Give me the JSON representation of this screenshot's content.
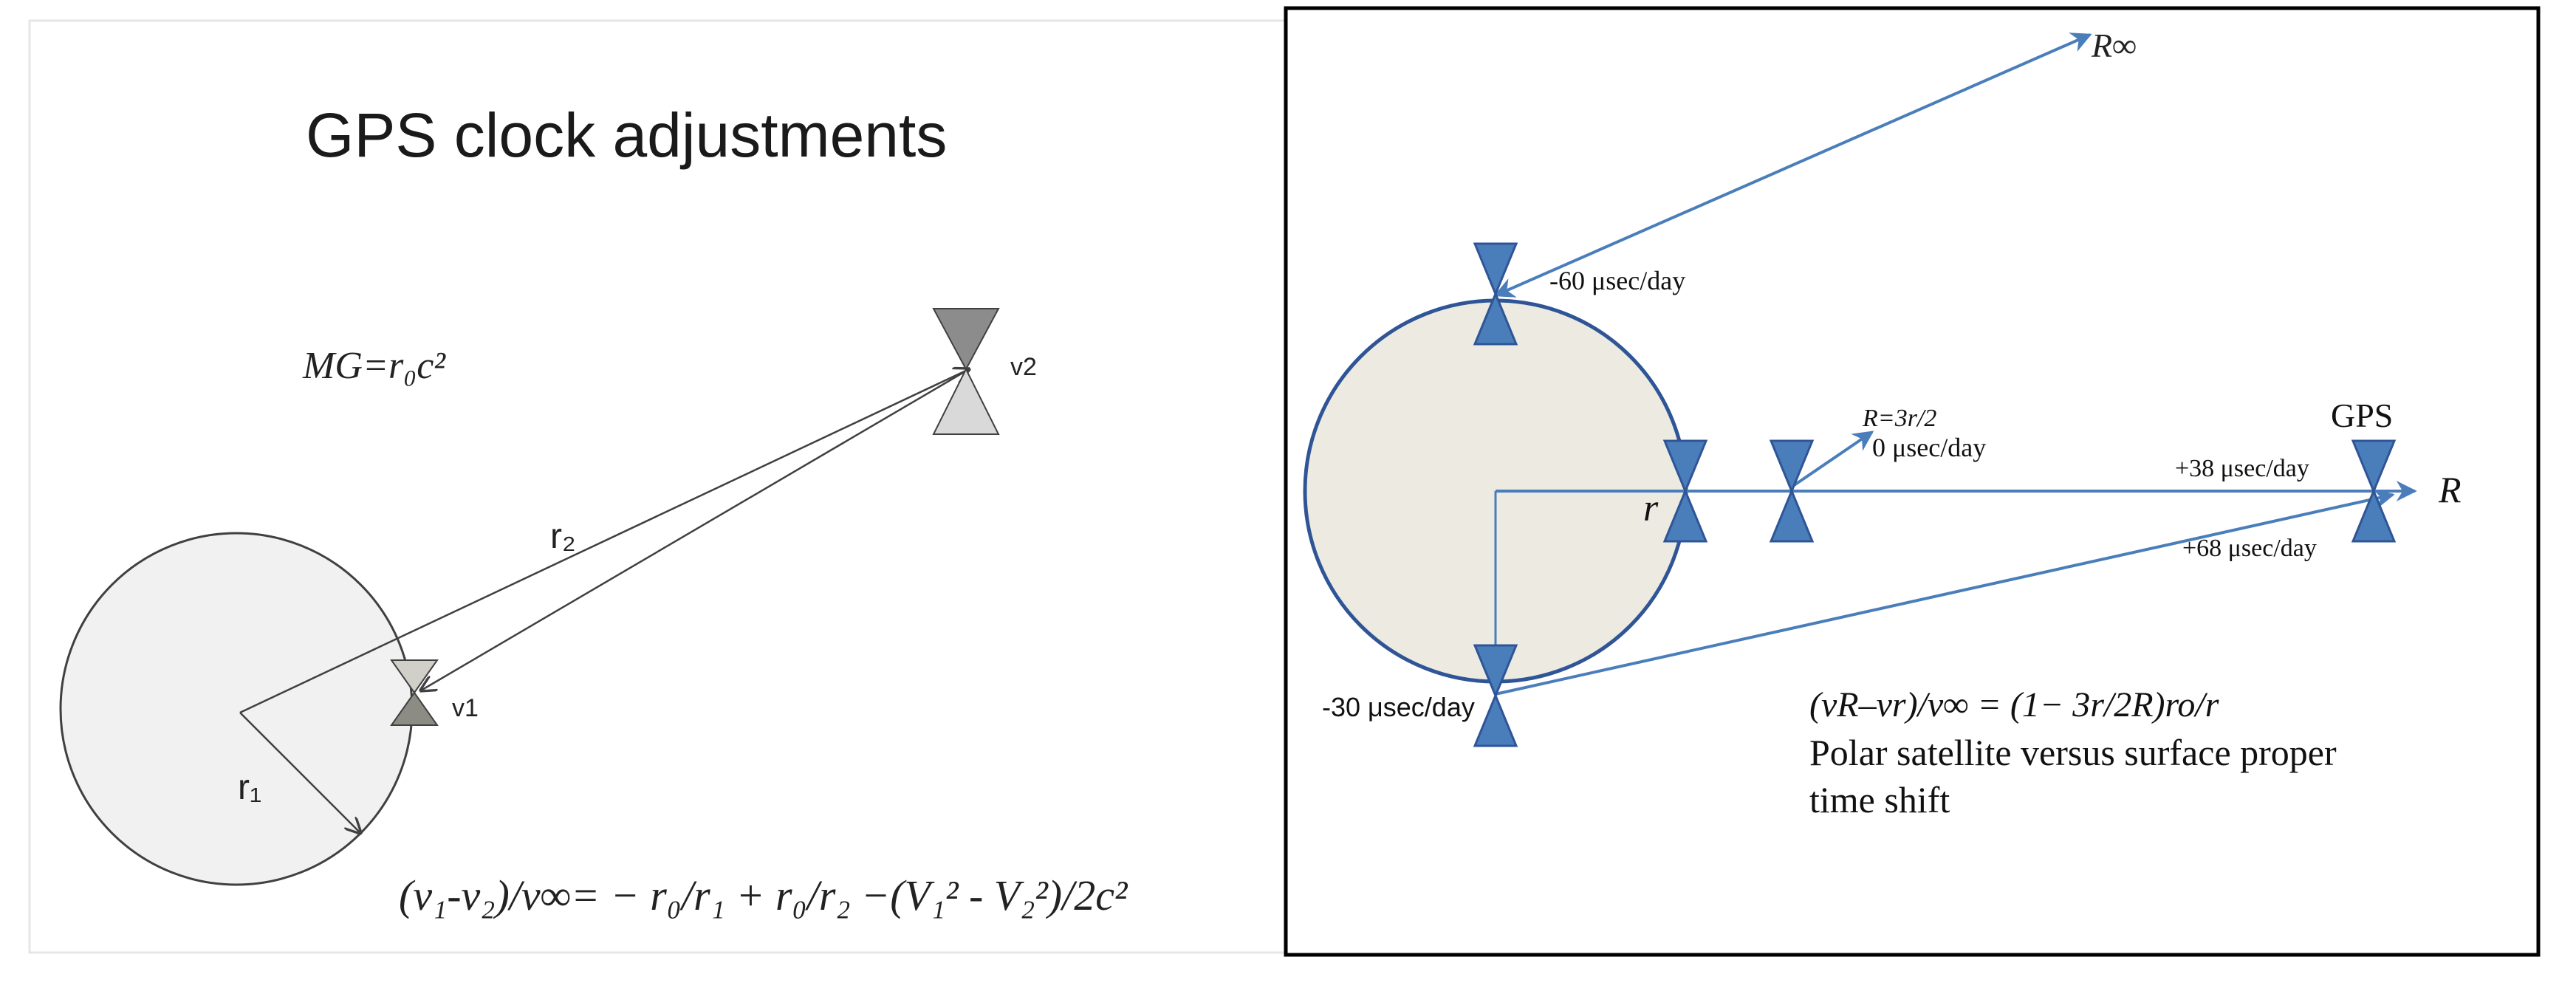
{
  "left_panel": {
    "title": "GPS clock adjustments",
    "mg_formula": "MG=r₀c²",
    "label_r1": "r₁",
    "label_r2": "r₂",
    "label_v1": "v1",
    "label_v2": "v2",
    "equation": "(ν₁-ν₂)/ν∞= − r₀/r₁ + r₀/r₂ −(V₁² - V₂²)/2c²",
    "colors": {
      "earth_fill": "#f1f1f1",
      "clock_light": "#d9d9d9",
      "clock_dark": "#8c8c8c",
      "line": "#404040"
    }
  },
  "right_panel": {
    "label_r_inf": "R∞",
    "label_top_clock": "-60 μsec/day",
    "label_bottom_clock": "-30 μsec/day",
    "label_r": "r",
    "label_r_mid": "R=3r/2",
    "label_zero": "0 μsec/day",
    "label_gps": "GPS",
    "label_plus38": "+38 μsec/day",
    "label_plus68": "+68 μsec/day",
    "label_R": "R",
    "equation": "(vR–vr)/v∞  =   (1− 3r/2R)ro/r",
    "caption_line1": "Polar satellite versus surface proper",
    "caption_line2": "time shift",
    "colors": {
      "earth_fill": "#edeae2",
      "earth_stroke": "#2f5597",
      "clock_fill": "#4a7ebb",
      "clock_stroke": "#2f5597",
      "arrow": "#4a7ebb",
      "frame": "#000000"
    }
  }
}
